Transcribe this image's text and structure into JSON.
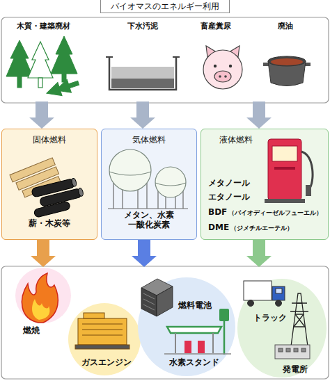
{
  "diagram": {
    "title": "バイオマスのエネルギー利用",
    "nodes": [
      {
        "text": [
          "木質・建築廃材"
        ]
      },
      {
        "text": [
          "下水汚泥"
        ]
      },
      {
        "text": [
          "畜産糞尿"
        ]
      },
      {
        "text": [
          "廃油"
        ]
      },
      {
        "text": [
          "固体燃料",
          "薪・木炭等"
        ]
      },
      {
        "text": [
          "気体燃料",
          "メタン、水素 一酸化炭素"
        ]
      },
      {
        "text": [
          "液体燃料",
          "メタノール",
          "エタノール",
          "BDF",
          "（バイオディーゼルフューエル）",
          "DME",
          "（ジメチルエーテル）"
        ]
      },
      {
        "text": [
          "燃焼"
        ]
      },
      {
        "text": [
          "ガスエンジン"
        ]
      },
      {
        "text": [
          "燃料電池"
        ]
      },
      {
        "text": [
          "水素スタンド"
        ]
      },
      {
        "text": [
          "トラック"
        ]
      },
      {
        "text": [
          "発電所"
        ]
      }
    ],
    "edges": [
      {
        "from": 0,
        "to": 4,
        "arrow": "to"
      },
      {
        "from": 1,
        "to": 5,
        "arrow": "to"
      },
      {
        "from": 3,
        "to": 6,
        "arrow": "to"
      },
      {
        "from": 4,
        "to": 7,
        "arrow": "to"
      },
      {
        "from": 5,
        "to": 9,
        "arrow": "to"
      },
      {
        "from": 6,
        "to": 11,
        "arrow": "to"
      }
    ]
  }
}
